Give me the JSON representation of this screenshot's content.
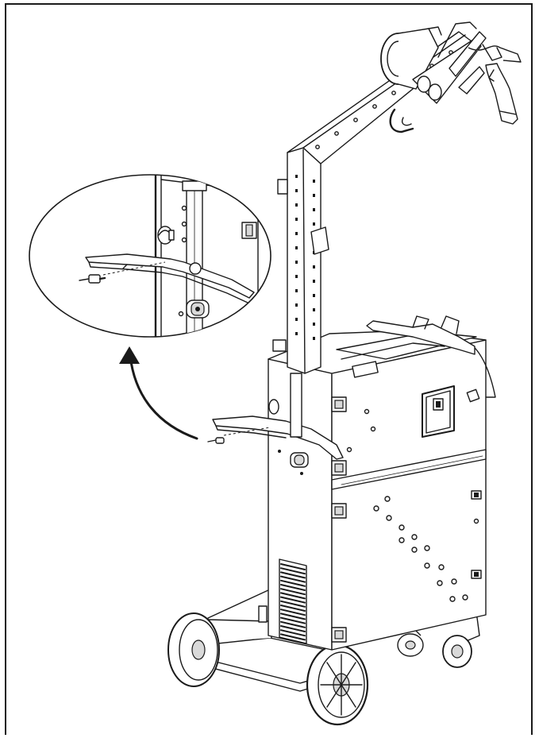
{
  "figure": {
    "components": [
      "welding-trolley",
      "boom-arm",
      "wire-spool",
      "welding-torch",
      "shelf-bracket",
      "mounting-screw",
      "ventilation-grille",
      "front-wheel",
      "rear-castor",
      "detail-magnifier",
      "direction-arrow"
    ],
    "colors": {
      "line": "#1a1a1a",
      "background": "#ffffff",
      "fill_light": "#d9d9d9"
    }
  }
}
